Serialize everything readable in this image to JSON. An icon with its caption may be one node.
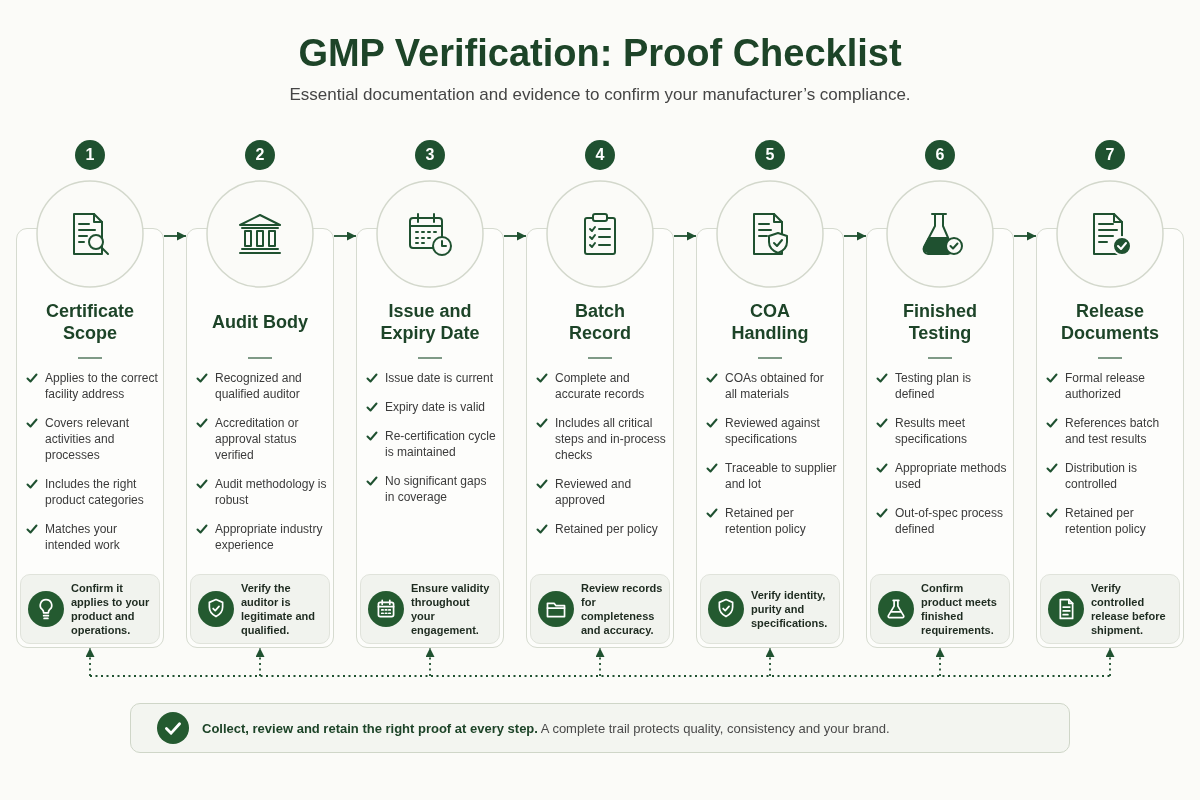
{
  "diagram": {
    "title": "GMP Verification: Proof Checklist",
    "nodes": [
      {
        "text": [
          "1"
        ]
      },
      {
        "text": [
          "Certificate Scope",
          "Applies to the correct facility address",
          "Covers relevant activities and processes",
          "Includes the right product categories",
          "Matches your intended work"
        ]
      },
      {
        "text": [
          "Confirm it applies to your product and operations."
        ],
        "in": 1
      },
      {
        "text": [
          "2"
        ]
      },
      {
        "text": [
          "Audit Body",
          "Recognized and qualified auditor",
          "Accreditation or approval status verified",
          "Audit methodology is robust",
          "Appropriate industry experience"
        ]
      },
      {
        "text": [
          "Verify the auditor is legitimate and qualified."
        ],
        "in": 4
      },
      {
        "text": [
          "3"
        ]
      },
      {
        "text": [
          "Issue and Expiry Date",
          "Issue date is current",
          "Expiry date is valid",
          "Re-certification cycle is maintained",
          "No significant gaps in coverage"
        ]
      },
      {
        "text": [
          "Ensure validity throughout your engagement."
        ],
        "in": 7
      },
      {
        "text": [
          "4"
        ]
      },
      {
        "text": [
          "Batch Record",
          "Complete and accurate records",
          "Includes all critical steps and in-process checks",
          "Reviewed and approved",
          "Retained per policy"
        ]
      },
      {
        "text": [
          "Review records for completeness and accuracy."
        ],
        "in": 10
      },
      {
        "text": [
          "5"
        ]
      },
      {
        "text": [
          "COA Handling",
          "COAs obtained for all materials",
          "Reviewed against specifications",
          "Traceable to supplier and lot",
          "Retained per retention policy"
        ]
      },
      {
        "text": [
          "Verify identity, purity and specifications."
        ],
        "in": 13
      },
      {
        "text": [
          "6"
        ]
      },
      {
        "text": [
          "Finished Testing",
          "Testing plan is defined",
          "Results meet specifications",
          "Appropriate methods used",
          "Out-of-spec process defined"
        ]
      },
      {
        "text": [
          "Confirm product meets finished requirements."
        ],
        "in": 16
      },
      {
        "text": [
          "7"
        ]
      },
      {
        "text": [
          "Release Documents",
          "Formal release authorized",
          "References batch and test results",
          "Distribution is controlled",
          "Retained per retention policy"
        ]
      },
      {
        "text": [
          "Verify controlled release before shipment."
        ],
        "in": 19
      },
      {
        "text": [
          "**Collect, review and retain the right proof at every step.** A complete trail protects quality, consistency and your brand."
        ]
      }
    ],
    "edges": [
      {
        "from": 1,
        "to": 4,
        "arrow": "to"
      },
      {
        "from": 4,
        "to": 7,
        "arrow": "to"
      },
      {
        "from": 7,
        "to": 10,
        "arrow": "to"
      },
      {
        "from": 10,
        "to": 13,
        "arrow": "to"
      },
      {
        "from": 13,
        "to": 16,
        "arrow": "to"
      },
      {
        "from": 16,
        "to": 19,
        "arrow": "to"
      },
      {
        "from": null,
        "to": 1,
        "arrow": "to",
        "style": "dashed"
      },
      {
        "from": null,
        "to": 4,
        "arrow": "to",
        "style": "dashed"
      },
      {
        "from": null,
        "to": 7,
        "arrow": "to",
        "style": "dashed"
      },
      {
        "from": null,
        "to": 10,
        "arrow": "to",
        "style": "dashed"
      },
      {
        "from": null,
        "to": 13,
        "arrow": "to",
        "style": "dashed"
      },
      {
        "from": null,
        "to": 16,
        "arrow": "to",
        "style": "dashed"
      },
      {
        "from": null,
        "to": 19,
        "arrow": "to",
        "style": "dashed"
      }
    ],
    "labels": [
      "Essential documentation and evidence to confirm your manufacturer’s compliance."
    ]
  }
}
